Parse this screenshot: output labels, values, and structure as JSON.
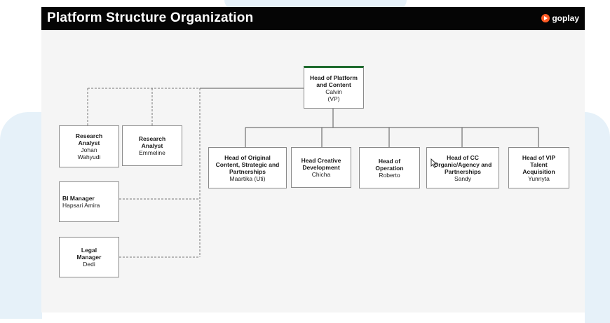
{
  "slide": {
    "title": "Platform Structure Organization",
    "brand": "goplay",
    "brand_color": "#ff5b25",
    "header_bg": "#050505",
    "accent_top_border": "#1e6b2e"
  },
  "head": {
    "role": "Head of Platform and Content",
    "name": "Calvin",
    "note": "(VP)"
  },
  "staff": [
    {
      "id": "research-analyst-johan",
      "role": "Research Analyst",
      "name": "Johan Wahyudi"
    },
    {
      "id": "research-analyst-emmeline",
      "role": "Research Analyst",
      "name": "Emmeline"
    },
    {
      "id": "bi-manager",
      "role": "BI Manager",
      "name": "Hapsari Amira"
    },
    {
      "id": "legal-manager",
      "role": "Legal Manager",
      "name": "Dedi"
    }
  ],
  "reports": [
    {
      "id": "original-content",
      "role": "Head of Original Content, Strategic and Partnerships",
      "name": "Maartika (Uti)"
    },
    {
      "id": "creative-development",
      "role": "Head Creative Development",
      "name": "Chicha"
    },
    {
      "id": "operation",
      "role": "Head of Operation",
      "name": "Roberto"
    },
    {
      "id": "cc-organic",
      "role": "Head of CC Organic/Agency and Partnerships",
      "name": "Sandy"
    },
    {
      "id": "vip-talent",
      "role": "Head of VIP Talent Acquisition",
      "name": "Yunnyta"
    }
  ]
}
